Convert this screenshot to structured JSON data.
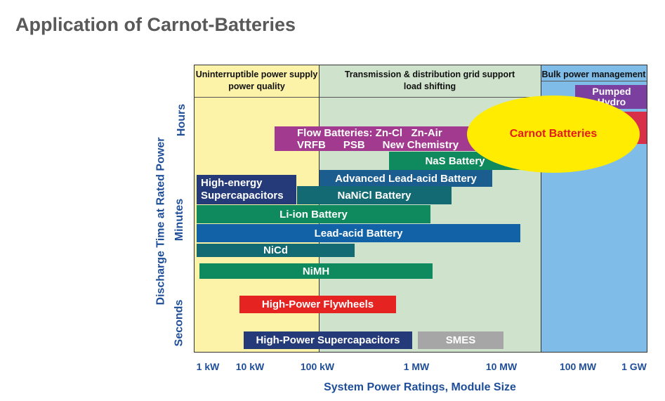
{
  "title": "Application of Carnot-Batteries",
  "zones": [
    {
      "line1": "Uninterruptible power supply",
      "line2": "power quality",
      "color": "#fdf3a8"
    },
    {
      "line1": "Transmission & distribution grid support",
      "line2": "load shifting",
      "color": "#cfe3cc"
    },
    {
      "line1": "Bulk power management",
      "line2": "",
      "color": "#7fbde8"
    }
  ],
  "y_axis": {
    "label": "Discharge Time at Rated Power",
    "ticks": [
      "Hours",
      "Minutes",
      "Seconds"
    ]
  },
  "x_axis": {
    "label": "System Power Ratings, Module Size",
    "ticks": [
      "1 kW",
      "10 kW",
      "100 kW",
      "1 MW",
      "10 MW",
      "100 MW",
      "1 GW"
    ]
  },
  "technologies": {
    "pumped_hydro": {
      "line1": "Pumped",
      "line2": "Hydro",
      "color": "#7b3fa0"
    },
    "flow_batteries": {
      "line1": "Flow Batteries: Zn-Cl   Zn-Air",
      "line2": "VRFB      PSB      New Chemistry",
      "color": "#a23a8f"
    },
    "nas_battery": {
      "label": "NaS Battery",
      "color": "#0f8a5f"
    },
    "advanced_lead_acid": {
      "label": "Advanced Lead-acid Battery",
      "color": "#1c5d8f"
    },
    "high_energy_supercaps": {
      "line1": "High-energy",
      "line2": "Supercapacitors",
      "color": "#253a78"
    },
    "nanicl_battery": {
      "label": "NaNiCl Battery",
      "color": "#146a72"
    },
    "li_ion_battery": {
      "label": "Li-ion Battery",
      "color": "#0f8a5f"
    },
    "lead_acid_battery": {
      "label": "Lead-acid Battery",
      "color": "#1162a6"
    },
    "nicd": {
      "label": "NiCd",
      "color": "#146a72"
    },
    "nimh": {
      "label": "NiMH",
      "color": "#0f8a5f"
    },
    "high_power_flywheels": {
      "label": "High-Power Flywheels",
      "color": "#e52421"
    },
    "high_power_supercaps": {
      "label": "High-Power Supercapacitors",
      "color": "#253a78"
    },
    "smes": {
      "label": "SMES",
      "color": "#a6a6a6"
    },
    "bulk_red": {
      "color": "#d9304a"
    }
  },
  "highlight": {
    "label": "Carnot Batteries",
    "color": "#ffec00",
    "text_color": "#e31b1b"
  }
}
